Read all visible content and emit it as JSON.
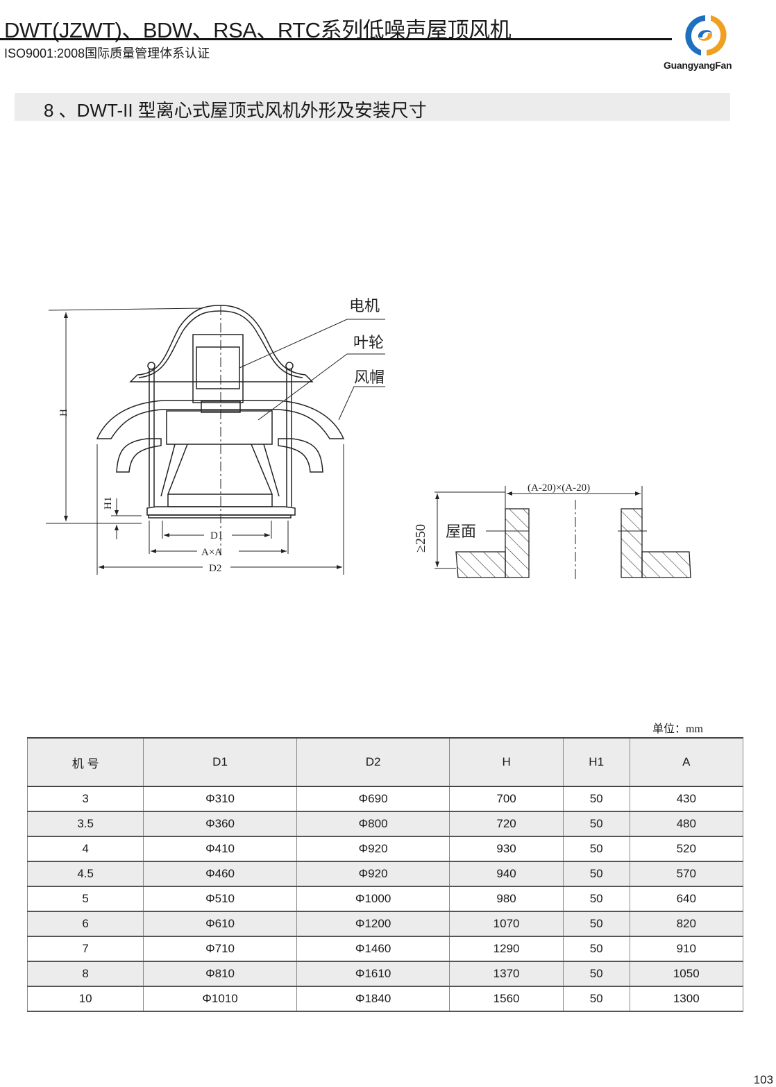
{
  "header": {
    "title": "DWT(JZWT)、BDW、RSA、RTC系列低噪声屋顶风机",
    "subtitle": "ISO9001:2008国际质量管理体系认证",
    "logo_text": "GuangyangFan",
    "logo_colors": {
      "blue": "#1f6fc0",
      "orange": "#f0a020"
    }
  },
  "section": {
    "title": "8 、DWT-II 型离心式屋顶式风机外形及安装尺寸"
  },
  "diagram": {
    "labels": {
      "motor": "电机",
      "impeller": "叶轮",
      "hood": "风帽",
      "H": "H",
      "H1": "H1",
      "D1": "D1",
      "AxA": "A×A",
      "D2": "D2"
    },
    "install": {
      "opening": "(A-20)×(A-20)",
      "height": "≥250",
      "roof": "屋面"
    }
  },
  "table": {
    "unit": "单位：mm",
    "headers": [
      "机  号",
      "D1",
      "D2",
      "H",
      "H1",
      "A"
    ],
    "rows": [
      [
        "3",
        "Φ310",
        "Φ690",
        "700",
        "50",
        "430"
      ],
      [
        "3.5",
        "Φ360",
        "Φ800",
        "720",
        "50",
        "480"
      ],
      [
        "4",
        "Φ410",
        "Φ920",
        "930",
        "50",
        "520"
      ],
      [
        "4.5",
        "Φ460",
        "Φ920",
        "940",
        "50",
        "570"
      ],
      [
        "5",
        "Φ510",
        "Φ1000",
        "980",
        "50",
        "640"
      ],
      [
        "6",
        "Φ610",
        "Φ1200",
        "1070",
        "50",
        "820"
      ],
      [
        "7",
        "Φ710",
        "Φ1460",
        "1290",
        "50",
        "910"
      ],
      [
        "8",
        "Φ810",
        "Φ1610",
        "1370",
        "50",
        "1050"
      ],
      [
        "10",
        "Φ1010",
        "Φ1840",
        "1560",
        "50",
        "1300"
      ]
    ]
  },
  "page_number": "103"
}
